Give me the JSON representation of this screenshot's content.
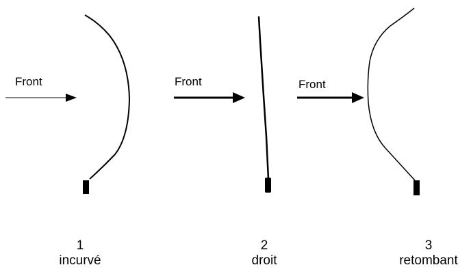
{
  "arrow_label": "Front",
  "panels": [
    {
      "number": "1",
      "name": "incurvé"
    },
    {
      "number": "2",
      "name": "droit"
    },
    {
      "number": "3",
      "name": "retombant"
    }
  ],
  "colors": {
    "ink": "#000000",
    "background": "#ffffff"
  }
}
